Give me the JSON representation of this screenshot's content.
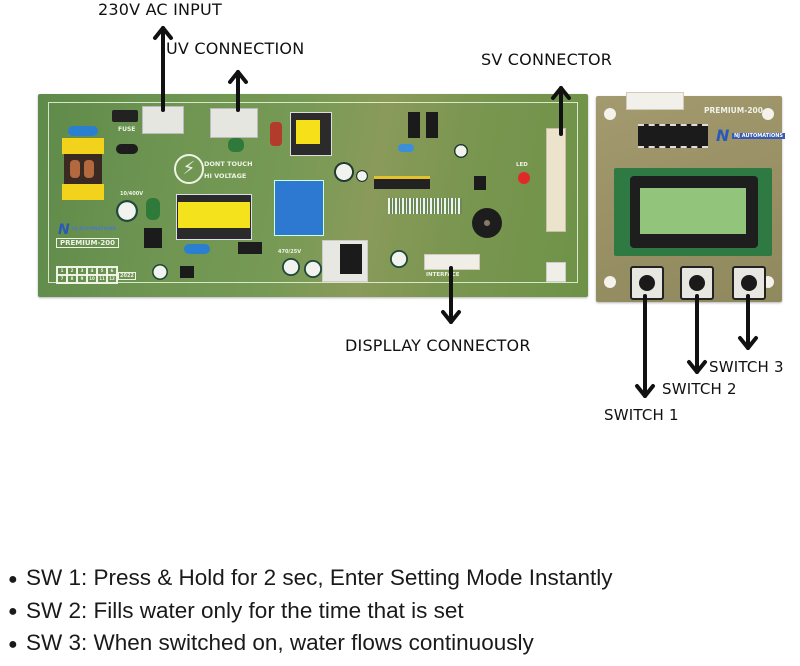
{
  "labels": {
    "ac_input": "230V AC INPUT",
    "uv_connection": "UV CONNECTION",
    "sv_connector": "SV CONNECTOR",
    "display_connector": "DISPLLAY CONNECTOR",
    "switch1": "SWITCH 1",
    "switch2": "SWITCH 2",
    "switch3": "SWITCH 3"
  },
  "main_board": {
    "warning_line1": "DONT TOUCH",
    "warning_line2": "HI VOLTAGE",
    "model": "PREMIUM-200",
    "brand": "NJ AUTOMATIONS",
    "interface_label": "INTERFACE",
    "led_label": "LED",
    "fuse_label": "FUSE",
    "cap_label_1": "10/400V",
    "cap_label_2": "470/25V",
    "year_code": "2022",
    "grid_numbers": [
      "1",
      "2",
      "3",
      "4",
      "5",
      "6",
      "7",
      "8",
      "9",
      "10",
      "11",
      "12"
    ]
  },
  "display_board": {
    "model": "PREMIUM-200",
    "brand": "NJ AUTOMATIONS"
  },
  "notes": [
    "SW 1: Press & Hold for 2 sec, Enter Setting Mode Instantly",
    "SW 2: Fills water only for the time that is set",
    "SW 3: When switched on, water flows continuously"
  ],
  "colors": {
    "pcb_green": "#6f9552",
    "pcb_tan": "#9c9267",
    "lcd": "#8fc47a",
    "arrow": "#111111"
  }
}
